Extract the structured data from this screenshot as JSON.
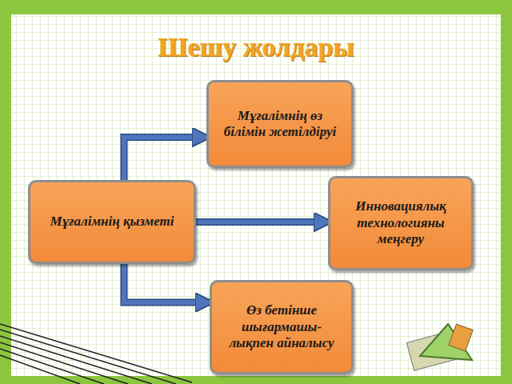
{
  "diagram": {
    "title": "Шешу жолдары",
    "nodes": [
      {
        "text": [
          "Мұғалімнің өз білімін жетілдіруі"
        ]
      },
      {
        "text": [
          "Мұғалімнің қызметі"
        ]
      },
      {
        "text": [
          "Инновациялық технологияны меңгеру"
        ]
      },
      {
        "text": [
          "Өз бетінше шығармашы- лықпен айналысу"
        ]
      }
    ],
    "edges": [
      {
        "from": 1,
        "to": 0,
        "arrow": "to"
      },
      {
        "from": 1,
        "to": 2,
        "arrow": "to"
      },
      {
        "from": 1,
        "to": 3,
        "arrow": "to"
      }
    ]
  }
}
